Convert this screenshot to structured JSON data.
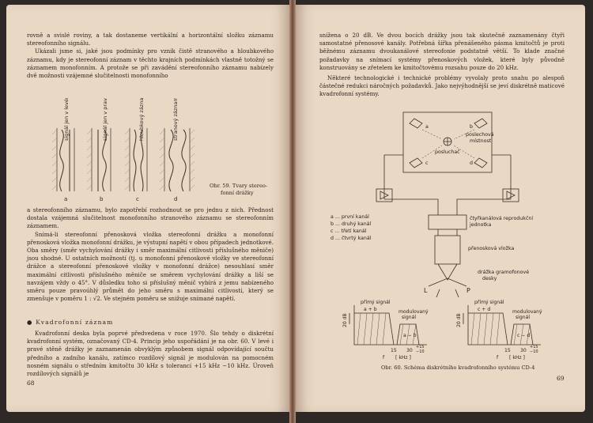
{
  "left_page": {
    "para1": "rovně a svislé roviny, a tak dostaneme vertikální a horizontální složku záznamu stereofonního signálu.",
    "para2": "Ukázali jsme si, jaké jsou podmínky pro vznik čistě stranového a hloubkového záznamu, kdy je stereofonní záznam v těchto krajních podmínkách vlastně totožný se záznamem monofonním. A protože se při zavádění stereofonního záznamu nabízely dvě možnosti vzájemné slučitelnosti monofonního",
    "figure_labels": [
      "signál jen v levém kanálu",
      "signál jen v pravém kanálu",
      "hloubkový záznam",
      "stranový záznam"
    ],
    "figure_letters": [
      "a",
      "b",
      "c",
      "d"
    ],
    "caption": [
      "Obr. 59. Tvary stereo-",
      "fonní drážky"
    ],
    "para3": "a stereofonního záznamu, bylo zapotřebí rozhodnout se pro jednu z nich. Přednost dostala vzájemná slučitelnost monofonního stranového záznamu se stereofonním záznamem.",
    "para4": "Snímá-li stereofonní přenosková vložka stereofonní drážku a monofonní přenosková vložka monofonní drážku, je výstupní napětí v obou případech jednotkové. Oba směry (směr vychylování drážky i směr maximální citlivosti příslušného měniče) jsou shodné. U ostatních možností (tj. u monofonní přenoskové vložky ve stereofonní drážce a stereofonní přenoskové vložky v monofonní drážce) nesouhlasí směr maximální citlivosti příslušného měniče se směrem vychylování drážky a liší se navzájem vždy o 45°. V důsledku toho si příslušný měnič vybírá z jemu nabízeného směru pouze pravoúhlý průmět do jeho směru s maximální citlivostí, který se zmenšuje v poměru 1 : √2. Ve stejném poměru se snižuje snímané napětí.",
    "section_title": "Kvadrofonní záznam",
    "para5": "Kvadrofonní deska byla poprvé předvedena v roce 1970. Šlo tehdy o diskrétní kvadrofonní systém, označovaný CD-4. Princip jeho uspořádání je na obr. 60. V levé i pravé stěně drážky je zaznamenán obvyklým způsobem signál odpovídající součtu předního a zadního kanálu, zatímco rozdílový signál je modulován na pomocném nosném signálu o středním kmitočtu 30 kHz s tolerancí +15 kHz −10 kHz. Úroveň rozdílových signálů je",
    "page_number": "68"
  },
  "right_page": {
    "para1": "snížena o 20 dB. Ve dvou bocích drážky jsou tak skutečně zaznamenány čtyři samostatné přenosové kanály. Potřebná šířka přenášeného pásma kmitočtů je proti běžnému záznamu dvoukanálové stereofonie podstatně větší. To klade značné požadavky na snímací systémy přenoskových vložek, které byly původně konstruovány se zřetelem ke kmitočtovému rozsahu pouze do 20 kHz.",
    "para2": "Některé technologické i technické problémy vyvolaly proto snahu po alespoň částečné redukci náročných požadavků. Jako nejvýhodnější se jeví diskrétně maticové kvadrofonní systémy.",
    "diagram": {
      "room_label": [
        "poslechová",
        "místnost"
      ],
      "listener": "posluchač",
      "speakers": [
        "a",
        "b",
        "c",
        "d"
      ],
      "legend": [
        "a ... první kanál",
        "b ... druhý kanál",
        "c ... třetí kanál",
        "d ... čtvrtý kanál"
      ],
      "decoder": [
        "čtyřkanálová reprodukční",
        "jednotka"
      ],
      "cartridge": "přenosková vložka",
      "groove": [
        "drážka gramofonové",
        "desky"
      ],
      "L": "L",
      "P": "P",
      "direct_left": "přímý signál",
      "sum_left": "a + b",
      "mod_left": [
        "modulovaný",
        "signál",
        "a − b"
      ],
      "direct_right": "přímý signál",
      "sum_right": "c + d",
      "mod_right": [
        "modulovaný",
        "signál",
        "c − d"
      ],
      "db": "20 dB",
      "tick15": "15",
      "tick30": "30",
      "tol_plus": "+15",
      "tol_minus": "−10",
      "f_axis": "f",
      "khz": "[ kHz ]"
    },
    "caption": "Obr. 60. Schéma diskrétního kvadrofonního systému CD-4",
    "page_number": "69"
  }
}
